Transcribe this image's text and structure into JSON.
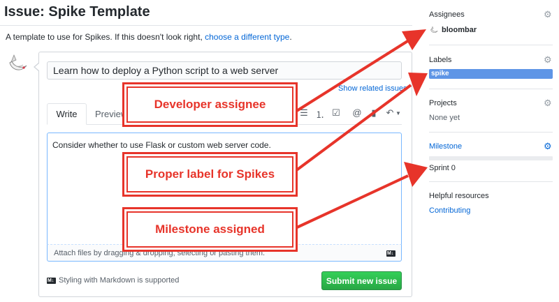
{
  "page": {
    "title": "Issue: Spike Template",
    "subline_prefix": "A template to use for Spikes. If this doesn't look right, ",
    "subline_link": "choose a different type",
    "subline_suffix": "."
  },
  "form": {
    "title_value": "Learn how to deploy a Python script to a web server",
    "related_link": "Show related issues",
    "tab_write": "Write",
    "tab_preview": "Preview",
    "toolbar": [
      "list-unordered-icon",
      "list-ordered-icon",
      "tasklist-icon",
      "mention-icon",
      "bookmark-icon",
      "reply-icon"
    ],
    "toolbar_glyphs": [
      "☰",
      "⒈",
      "☑",
      "@",
      "▮",
      "↶"
    ],
    "body_text": "Consider whether to use Flask or custom web server code.",
    "attach_text": "Attach files by dragging & dropping, selecting or pasting them.",
    "markdown_note": "Styling with Markdown is supported",
    "submit_label": "Submit new issue"
  },
  "sidebar": {
    "assignees_label": "Assignees",
    "assignee_name": "bloombar",
    "labels_label": "Labels",
    "label_name": "spike",
    "label_color": "#5e95e6",
    "projects_label": "Projects",
    "projects_value": "None yet",
    "milestone_label": "Milestone",
    "milestone_value": "Sprint 0",
    "milestone_progress": 0,
    "resources_label": "Helpful resources",
    "resources_link": "Contributing"
  },
  "annotations": {
    "developer": "Developer assignee",
    "label": "Proper label for Spikes",
    "milestone": "Milestone assigned",
    "color": "#e7342a"
  }
}
